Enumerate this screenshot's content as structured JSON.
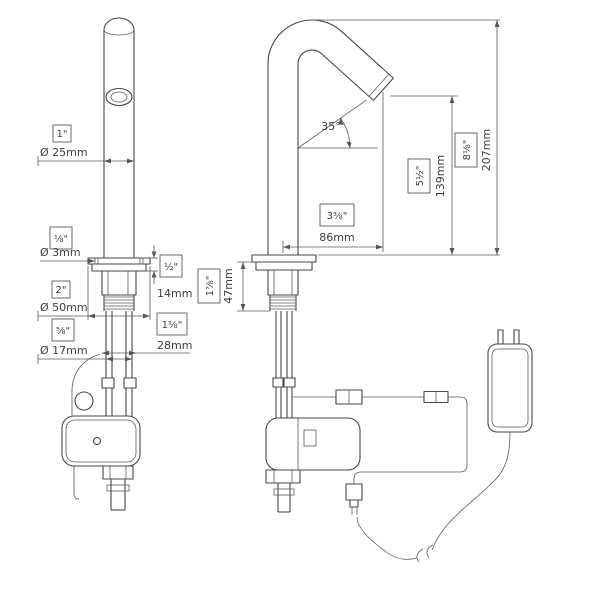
{
  "drawing": {
    "kind": "sensor-faucet-dimensional-drawing",
    "front_view": {
      "spout_diameter": {
        "inch": "1\"",
        "metric": "Ø 25mm"
      },
      "sensor_hole": {
        "inch": "⅛\"",
        "metric": "Ø 3mm"
      },
      "flange_thickness": {
        "inch": "½\"",
        "metric": "14mm"
      },
      "base_diameter": {
        "inch": "2\"",
        "metric": "Ø 50mm"
      },
      "supply_pipe_diameter": {
        "inch": "⅝\"",
        "metric": "Ø 17mm"
      },
      "supply_pipe_span": {
        "inch": "1⅛\"",
        "metric": "28mm"
      }
    },
    "side_view": {
      "spout_angle": "35°",
      "spout_reach": {
        "inch": "3⅜\"",
        "metric": "86mm"
      },
      "outlet_height": {
        "inch": "5½\"",
        "metric": "139mm"
      },
      "total_height": {
        "inch": "8⅛\"",
        "metric": "207mm"
      },
      "shank_length": {
        "inch": "1⅞\"",
        "metric": "47mm"
      }
    },
    "colors": {
      "line": "#474747",
      "dimension": "#5a5a5a",
      "background": "#ffffff"
    }
  }
}
